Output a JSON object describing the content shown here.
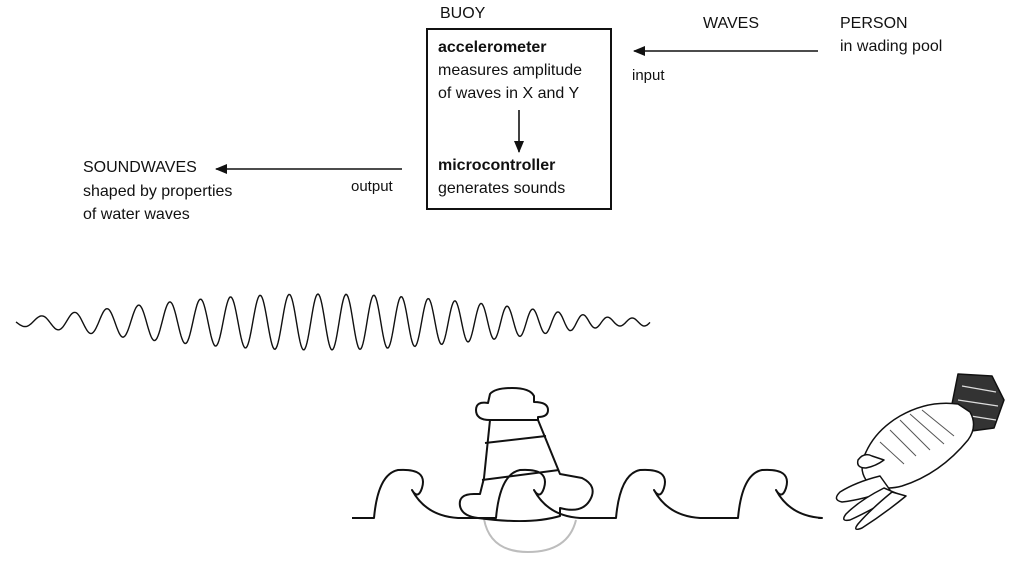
{
  "buoy": {
    "title": "BUOY",
    "accelerometer_title": "accelerometer",
    "accelerometer_line1": "measures amplitude",
    "accelerometer_line2": "of waves in X and Y",
    "microcontroller_title": "microcontroller",
    "microcontroller_desc": "generates sounds"
  },
  "waves": {
    "label": "WAVES",
    "input_label": "input"
  },
  "person": {
    "title": "PERSON",
    "subtitle": "in wading pool"
  },
  "soundwaves": {
    "title": "SOUNDWAVES",
    "line1": "shaped by properties",
    "line2": "of water waves",
    "output_label": "output"
  },
  "colors": {
    "ink": "#111111",
    "buoy_shadow": "#bdbdbd",
    "skin_shade": "#555555"
  }
}
